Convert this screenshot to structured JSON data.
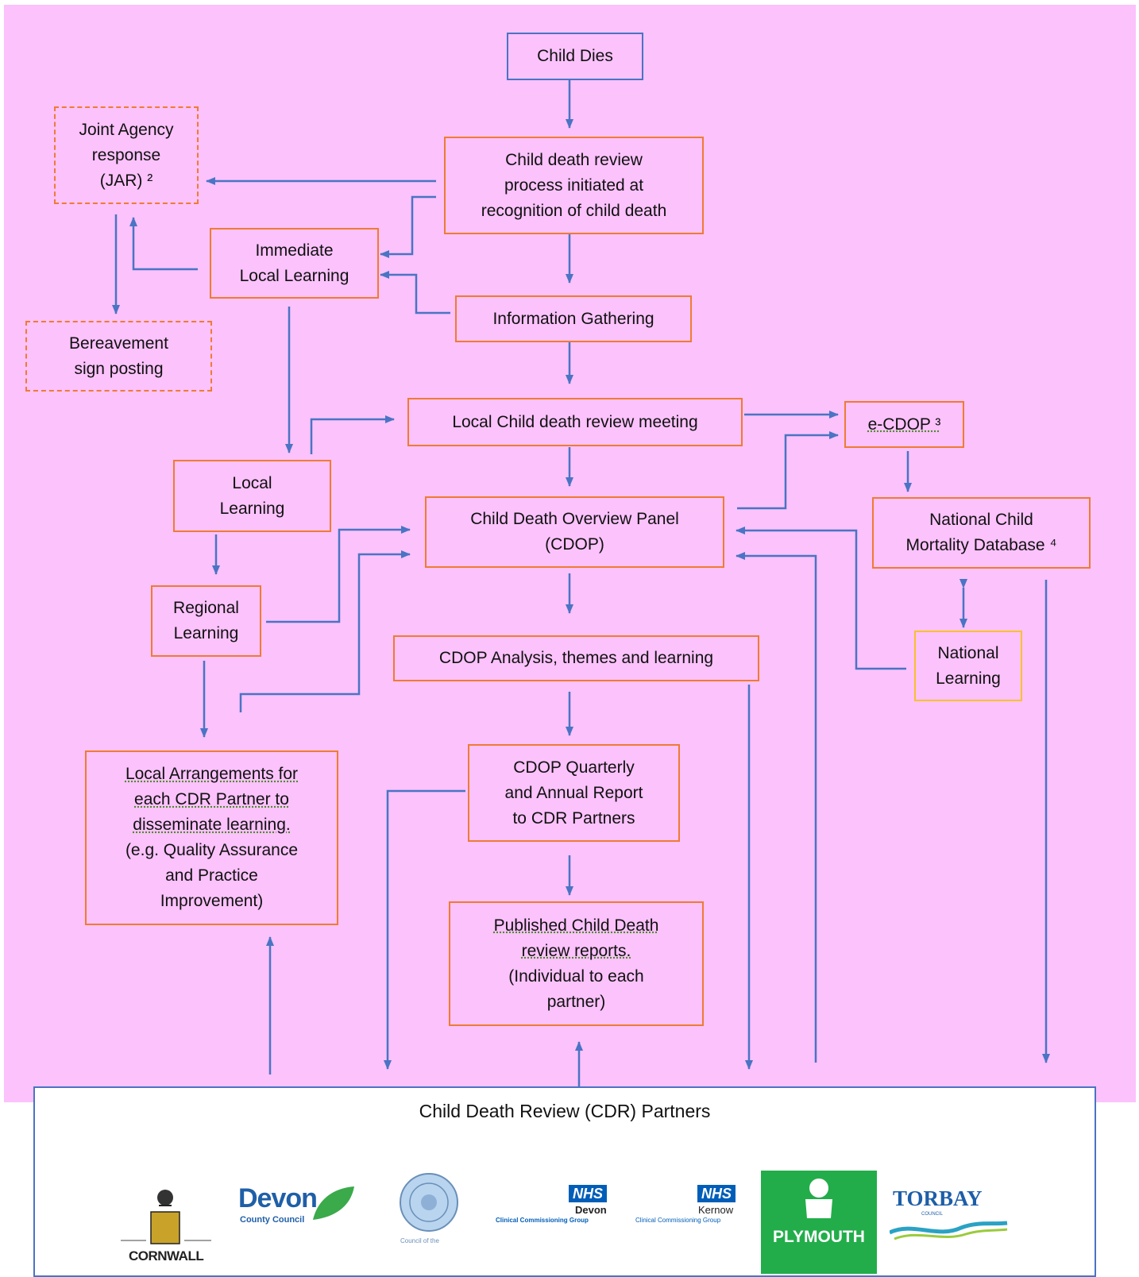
{
  "boxes": {
    "child_dies": "Child Dies",
    "joint_agency": "Joint Agency\nresponse\n(JAR) ²",
    "review_initiated": "Child death  review\nprocess  initiated  at\nrecognition  of child death",
    "immediate_learning": "Immediate\nLocal  Learning",
    "bereavement": "Bereavement\nsign posting",
    "info_gathering": "Information  Gathering",
    "local_review_meeting": "Local  Child  death  review  meeting",
    "ecdop": "e-CDOP ³",
    "local_learning": "Local\nLearning",
    "cdop_panel": "Child Death  Overview  Panel\n(CDOP)",
    "national_db": "National  Child\nMortality  Database  ⁴",
    "regional_learning": "Regional\nLearning",
    "cdop_analysis": "CDOP Analysis,  themes  and  learning",
    "national_learning": "National\nLearning",
    "local_arrangements_ul": "Local Arrangements  for\neach  CDR Partner  to\ndisseminate  learning.",
    "local_arrangements_rest": "(e.g. Quality  Assurance\nand  Practice\nImprovement)",
    "cdop_report": "CDOP Quarterly\nand  Annual   Report\nto  CDR Partners",
    "published_ul": "Published  Child Death\nreview  reports.",
    "published_rest": "(Individual  to each\npartner)"
  },
  "partners": {
    "title": "Child Death Review (CDR) Partners",
    "logos": {
      "cornwall": "CORNWALL",
      "devon_big": "Devon",
      "devon_small": "County Council",
      "isles": "Council of the",
      "nhs": "NHS",
      "nhs_devon": "Devon",
      "nhs_devon_sub": "Clinical Commissioning Group",
      "nhs_kernow": "Kernow",
      "nhs_kernow_sub": "Clinical Commissioning Group",
      "plymouth": "PLYMOUTH",
      "torbay": "TORBAY",
      "torbay_sub": "COUNCIL"
    }
  },
  "colors": {
    "background": "#fbc2fb",
    "box_border": "#ef7b33",
    "arrow": "#4a74c4",
    "plymouth_green": "#22ad4a",
    "nhs_blue": "#005eb8"
  }
}
